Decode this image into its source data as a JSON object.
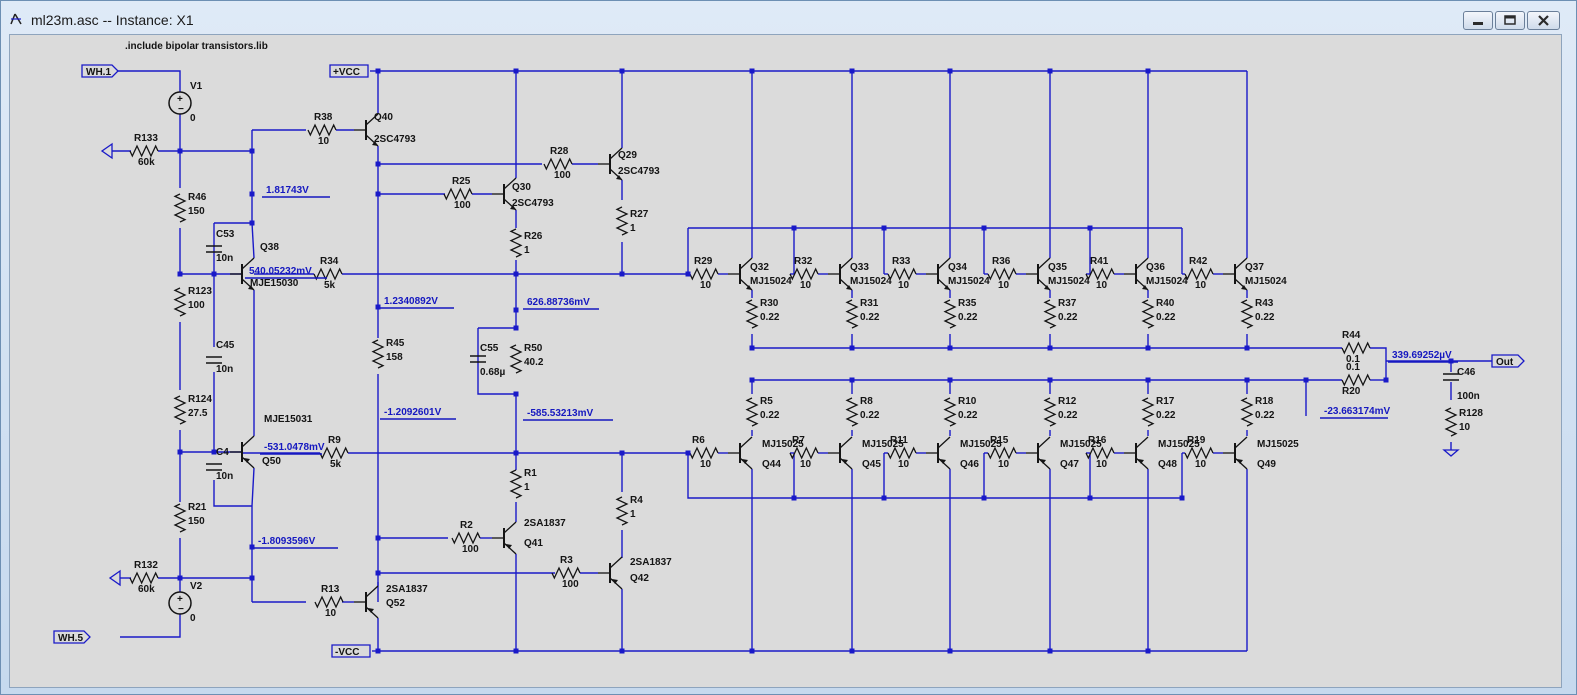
{
  "window": {
    "title": "ml23m.asc -- Instance: X1",
    "controls": {
      "minimize": "minimize",
      "maximize": "maximize",
      "close": "close"
    }
  },
  "colors": {
    "wire": "#1a1ac8",
    "canvas": "#dbdbdb",
    "text": "#141414",
    "probe": "#1518c0"
  },
  "directive": ".include bipolar transistors.lib",
  "ports": {
    "wh1": "WH.1",
    "wh5": "WH.5",
    "vcc_pos": "+VCC",
    "vcc_neg": "-VCC",
    "out": "Out"
  },
  "sources": [
    {
      "name": "V1",
      "value": "0"
    },
    {
      "name": "V2",
      "value": "0"
    }
  ],
  "resistors": [
    {
      "id": "R133",
      "name": "R133",
      "value": "60k"
    },
    {
      "id": "R132",
      "name": "R132",
      "value": "60k"
    },
    {
      "id": "R46",
      "name": "R46",
      "value": "150"
    },
    {
      "id": "R123",
      "name": "R123",
      "value": "100"
    },
    {
      "id": "R124",
      "name": "R124",
      "value": "27.5"
    },
    {
      "id": "R21",
      "name": "R21",
      "value": "150"
    },
    {
      "id": "R38",
      "name": "R38",
      "value": "10"
    },
    {
      "id": "R13",
      "name": "R13",
      "value": "10"
    },
    {
      "id": "R34",
      "name": "R34",
      "value": "5k"
    },
    {
      "id": "R9",
      "name": "R9",
      "value": "5k"
    },
    {
      "id": "R45",
      "name": "R45",
      "value": "158"
    },
    {
      "id": "R25",
      "name": "R25",
      "value": "100"
    },
    {
      "id": "R28",
      "name": "R28",
      "value": "100"
    },
    {
      "id": "R26",
      "name": "R26",
      "value": "1"
    },
    {
      "id": "R27",
      "name": "R27",
      "value": "1"
    },
    {
      "id": "R50",
      "name": "R50",
      "value": "40.2"
    },
    {
      "id": "R1",
      "name": "R1",
      "value": "1"
    },
    {
      "id": "R2",
      "name": "R2",
      "value": "100"
    },
    {
      "id": "R3",
      "name": "R3",
      "value": "100"
    },
    {
      "id": "R4",
      "name": "R4",
      "value": "1"
    },
    {
      "id": "R29",
      "name": "R29",
      "value": "10"
    },
    {
      "id": "R32",
      "name": "R32",
      "value": "10"
    },
    {
      "id": "R33",
      "name": "R33",
      "value": "10"
    },
    {
      "id": "R36",
      "name": "R36",
      "value": "10"
    },
    {
      "id": "R41",
      "name": "R41",
      "value": "10"
    },
    {
      "id": "R42",
      "name": "R42",
      "value": "10"
    },
    {
      "id": "R30",
      "name": "R30",
      "value": "0.22"
    },
    {
      "id": "R31",
      "name": "R31",
      "value": "0.22"
    },
    {
      "id": "R35",
      "name": "R35",
      "value": "0.22"
    },
    {
      "id": "R37",
      "name": "R37",
      "value": "0.22"
    },
    {
      "id": "R40",
      "name": "R40",
      "value": "0.22"
    },
    {
      "id": "R43",
      "name": "R43",
      "value": "0.22"
    },
    {
      "id": "R5",
      "name": "R5",
      "value": "0.22"
    },
    {
      "id": "R8",
      "name": "R8",
      "value": "0.22"
    },
    {
      "id": "R10",
      "name": "R10",
      "value": "0.22"
    },
    {
      "id": "R12",
      "name": "R12",
      "value": "0.22"
    },
    {
      "id": "R17",
      "name": "R17",
      "value": "0.22"
    },
    {
      "id": "R18",
      "name": "R18",
      "value": "0.22"
    },
    {
      "id": "R6",
      "name": "R6",
      "value": "10"
    },
    {
      "id": "R7",
      "name": "R7",
      "value": "10"
    },
    {
      "id": "R11",
      "name": "R11",
      "value": "10"
    },
    {
      "id": "R15",
      "name": "R15",
      "value": "10"
    },
    {
      "id": "R16",
      "name": "R16",
      "value": "10"
    },
    {
      "id": "R19",
      "name": "R19",
      "value": "10"
    },
    {
      "id": "R44",
      "name": "R44",
      "value": "0.1"
    },
    {
      "id": "R20",
      "name": "R20",
      "value": "0.1"
    },
    {
      "id": "R128",
      "name": "R128",
      "value": "10"
    }
  ],
  "capacitors": [
    {
      "id": "C53",
      "name": "C53",
      "value": "10n"
    },
    {
      "id": "C45",
      "name": "C45",
      "value": "10n"
    },
    {
      "id": "C4",
      "name": "C4",
      "value": "10n"
    },
    {
      "id": "C55",
      "name": "C55",
      "value": "0.68µ"
    },
    {
      "id": "C46",
      "name": "C46",
      "value": "100n"
    }
  ],
  "transistors": [
    {
      "id": "Q40",
      "name": "Q40",
      "model": "2SC4793"
    },
    {
      "id": "Q29",
      "name": "Q29",
      "model": "2SC4793"
    },
    {
      "id": "Q30",
      "name": "Q30",
      "model": "2SC4793"
    },
    {
      "id": "Q38",
      "name": "Q38",
      "model": "MJE15030"
    },
    {
      "id": "Q50",
      "name": "Q50",
      "model": "MJE15031"
    },
    {
      "id": "Q41",
      "name": "Q41",
      "model": "2SA1837"
    },
    {
      "id": "Q42",
      "name": "Q42",
      "model": "2SA1837"
    },
    {
      "id": "Q52",
      "name": "Q52",
      "model": "2SA1837"
    },
    {
      "id": "Q32",
      "name": "Q32",
      "model": "MJ15024"
    },
    {
      "id": "Q33",
      "name": "Q33",
      "model": "MJ15024"
    },
    {
      "id": "Q34",
      "name": "Q34",
      "model": "MJ15024"
    },
    {
      "id": "Q35",
      "name": "Q35",
      "model": "MJ15024"
    },
    {
      "id": "Q36",
      "name": "Q36",
      "model": "MJ15024"
    },
    {
      "id": "Q37",
      "name": "Q37",
      "model": "MJ15024"
    },
    {
      "id": "Q44",
      "name": "Q44",
      "model": "MJ15025"
    },
    {
      "id": "Q45",
      "name": "Q45",
      "model": "MJ15025"
    },
    {
      "id": "Q46",
      "name": "Q46",
      "model": "MJ15025"
    },
    {
      "id": "Q47",
      "name": "Q47",
      "model": "MJ15025"
    },
    {
      "id": "Q48",
      "name": "Q48",
      "model": "MJ15025"
    },
    {
      "id": "Q49",
      "name": "Q49",
      "model": "MJ15025"
    }
  ],
  "probes": [
    {
      "id": "p1",
      "text": "1.81743V"
    },
    {
      "id": "p2",
      "text": "540.05232mV"
    },
    {
      "id": "p3",
      "text": "1.2340892V"
    },
    {
      "id": "p4",
      "text": "626.88736mV"
    },
    {
      "id": "p5",
      "text": "-1.2092601V"
    },
    {
      "id": "p6",
      "text": "-585.53213mV"
    },
    {
      "id": "p7",
      "text": "-531.0478mV"
    },
    {
      "id": "p8",
      "text": "-1.8093596V"
    },
    {
      "id": "p9",
      "text": "339.69252µV"
    },
    {
      "id": "p10",
      "text": "-23.663174mV"
    }
  ]
}
